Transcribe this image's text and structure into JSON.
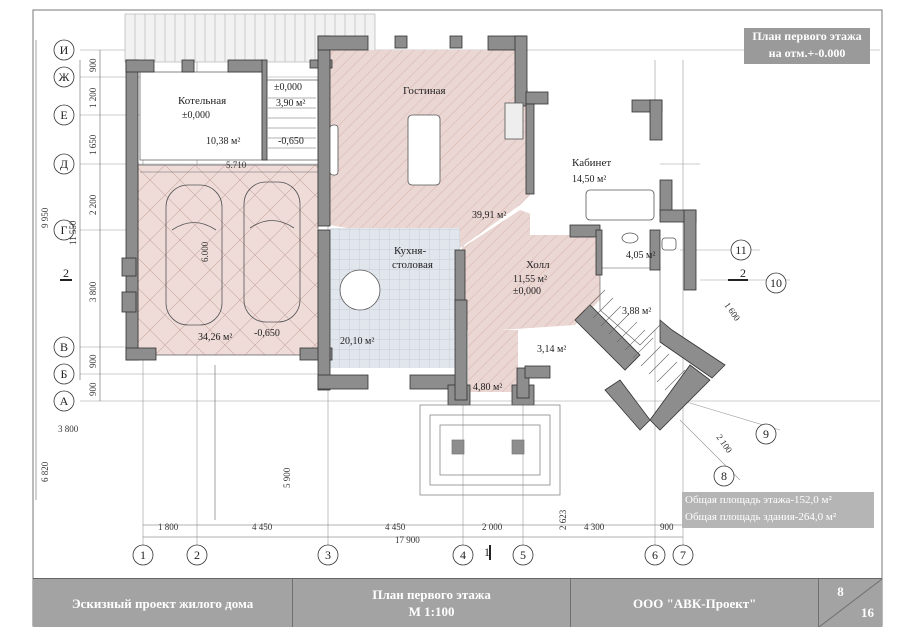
{
  "header": {
    "line1": "План первого этажа",
    "line2": "на отм.+-0.000"
  },
  "rooms": {
    "boiler": {
      "name": "Котельная",
      "level": "±0,000",
      "area": "10,38 м²"
    },
    "stair_top": {
      "level": "±0,000",
      "area": "3,90 м²",
      "level2": "-0,650"
    },
    "living": {
      "name": "Гостиная",
      "area": "39,91 м²"
    },
    "study": {
      "name": "Кабинет",
      "area": "14,50 м²"
    },
    "garage": {
      "area": "34,26 м²",
      "level": "-0,650"
    },
    "kitchen": {
      "name1": "Кухня-",
      "name2": "столовая",
      "area": "20,10 м²"
    },
    "hall": {
      "name": "Холл",
      "area": "11,55 м²",
      "level": "±0,000"
    },
    "wc": {
      "area": "4,05 м²"
    },
    "stair_room": {
      "area": "3,88 м²"
    },
    "corridor": {
      "area": "3,14 м²"
    },
    "vestibule": {
      "area": "4,80 м²"
    }
  },
  "axes": {
    "rows": [
      "И",
      "Ж",
      "Е",
      "Д",
      "Г",
      "В",
      "Б",
      "А"
    ],
    "cols": [
      "1",
      "2",
      "3",
      "4",
      "5",
      "6",
      "7"
    ],
    "diag": [
      "11",
      "10",
      "9",
      "8"
    ],
    "section": "2",
    "section_mark": "1"
  },
  "dimensions": {
    "left_segments": [
      "900",
      "1 200",
      "1 650",
      "2 200",
      "3 800",
      "900",
      "900"
    ],
    "left_total_a": "9 950",
    "left_total_b": "11 550",
    "left_bottom": "3 800",
    "left_total_c": "6 820",
    "bottom_segments": [
      "1 800",
      "4 450",
      "4 450",
      "2 000",
      "4 300",
      "900"
    ],
    "bottom_total": "17 900",
    "garage_width": "5.710",
    "garage_depth": "6.000",
    "porch": "5 900",
    "side_a": "2 623",
    "diag_a": "1 600",
    "diag_b": "2 100"
  },
  "totals": {
    "floor": "Общая площадь этажа-152,0 м²",
    "building": "Общая площадь здания-264,0 м²"
  },
  "stamp": {
    "project": "Эскизный проект жилого дома",
    "title1": "План первого этажа",
    "title2": "М 1:100",
    "company": "ООО  \"АВК-Проект\"",
    "sheet": "8",
    "sheets": "16"
  },
  "colors": {
    "wall": "#8c8c8c",
    "floor_pink": "#e9d3cf",
    "tile_blue": "#dfe3ea",
    "stamp": "#a3a3a3"
  }
}
